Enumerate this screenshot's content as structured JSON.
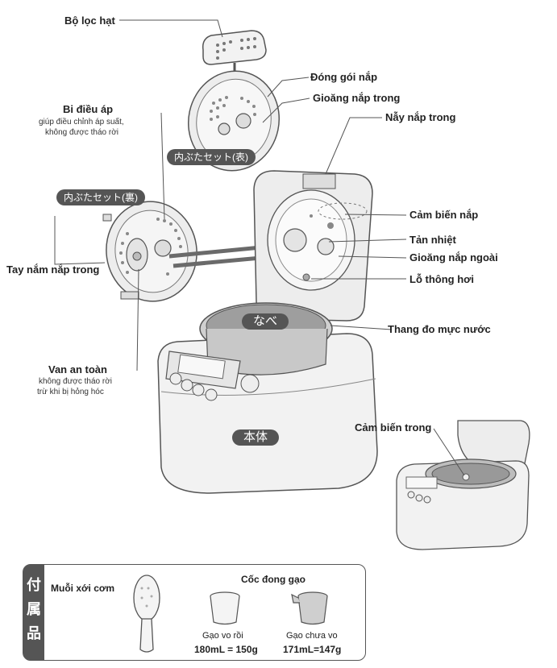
{
  "labels": {
    "particle_filter": "Bộ lọc hạt",
    "lid_cover": "Đóng gói nắp",
    "inner_lid_gasket": "Gioăng nắp trong",
    "inner_lid_latch": "Nẫy nắp trong",
    "pressure_ball": "Bi điều áp",
    "pressure_ball_note_1": "giúp điều chỉnh áp suất,",
    "pressure_ball_note_2": "không được tháo rời",
    "lid_sensor": "Cảm biến nắp",
    "heat_sink": "Tản nhiệt",
    "outer_lid_gasket": "Gioăng nắp ngoài",
    "steam_vent": "Lỗ thông hơi",
    "water_level": "Thang đo mực nước",
    "inner_lid_handle": "Tay nắm nắp trong",
    "safety_valve": "Van an toàn",
    "safety_valve_note_1": "không được tháo rời",
    "safety_valve_note_2": "trừ khi bị hỏng hóc",
    "inner_sensor": "Cảm biến trong"
  },
  "tags": {
    "inner_lid_front": "内ぶたセット(表)",
    "inner_lid_back": "内ぶたセット(裏)",
    "pot": "なべ",
    "body": "本体"
  },
  "accessories": {
    "side_title": [
      "付",
      "属",
      "品"
    ],
    "spatula": "Muỗi xới cơm",
    "cups_title": "Cốc đong gạo",
    "cup1_name": "Gạo vo rồi",
    "cup1_volume": "180mL = 150g",
    "cup2_name": "Gạo chưa vo",
    "cup2_volume": "171mL=147g"
  },
  "colors": {
    "line": "#555555",
    "fill_light": "#ededed",
    "fill_mid": "#c8c8c8",
    "arrow": "#6a6a6a"
  }
}
